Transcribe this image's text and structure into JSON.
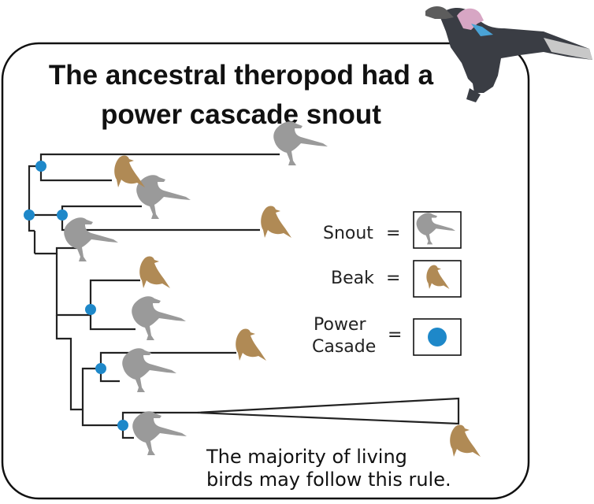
{
  "title": {
    "line1": "The ancestral theropod had a",
    "line2": "power cascade snout"
  },
  "legend": {
    "snout_label": "Snout",
    "beak_label": "Beak",
    "power_label_line1": "Power",
    "power_label_line2": "Casade",
    "equals": "="
  },
  "footnote": {
    "line1": "The majority of living",
    "line2": "birds may follow this rule."
  },
  "colors": {
    "frame": "#111111",
    "branch": "#222222",
    "node": "#1e88c9",
    "snout_silhouette": "#9a9a9a",
    "beak_silhouette": "#b08a55"
  }
}
